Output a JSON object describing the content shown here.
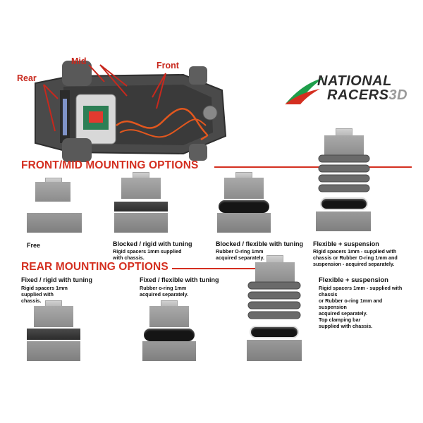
{
  "callouts": {
    "rear": "Rear",
    "mid": "Mid",
    "front": "Front"
  },
  "logo": {
    "line1": "NATIONAL",
    "line2": "RACERS",
    "line2_suffix": "3D"
  },
  "sections": {
    "front_mid_title": "FRONT/MID  MOUNTING OPTIONS",
    "rear_title": "REAR MOUNTING OPTIONS"
  },
  "front_mid_options": [
    {
      "title": "Free",
      "desc": ""
    },
    {
      "title": "Blocked / rigid with tuning",
      "desc": "Rigid spacers 1mm supplied with chassis."
    },
    {
      "title": "Blocked / flexible with tuning",
      "desc": "Rubber O-ring 1mm acquired separately."
    },
    {
      "title": "Flexible + suspension",
      "desc": "Rigid spacers 1mm - supplied with chassis or Rubber O-ring 1mm and suspension - acquired separately."
    }
  ],
  "rear_options": [
    {
      "title": "Fixed / rigid with tuning",
      "desc": "Rigid spacers 1mm supplied with chassis."
    },
    {
      "title": "Fixed / flexible with tuning",
      "desc": "Rubber o-ring 1mm acquired separately."
    },
    {
      "title": "Flexible + suspension",
      "desc_lines": [
        "Rigid spacers 1mm - supplied with chassis",
        "or Rubber o-ring 1mm and suspension",
        "acquired separately.",
        "Top clamping bar",
        "supplied with chassis."
      ]
    }
  ],
  "colors": {
    "accent_red": "#d42f20",
    "logo_green": "#1e9e4a",
    "logo_dark": "#2b2b2b"
  }
}
